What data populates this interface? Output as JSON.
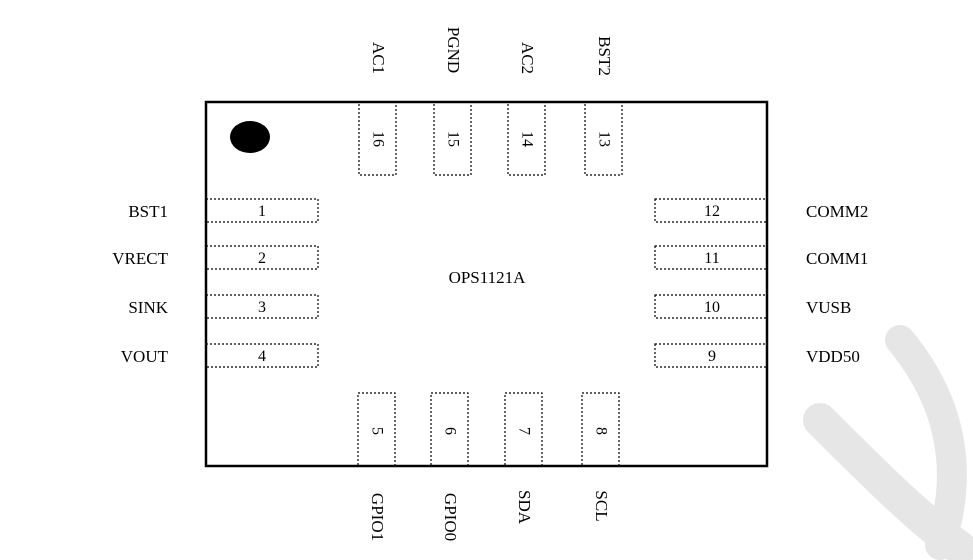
{
  "chip": {
    "name": "OPS1121A"
  },
  "pins": [
    {
      "num": "1",
      "label": "BST1"
    },
    {
      "num": "2",
      "label": "VRECT"
    },
    {
      "num": "3",
      "label": "SINK"
    },
    {
      "num": "4",
      "label": "VOUT"
    },
    {
      "num": "5",
      "label": "GPIO1"
    },
    {
      "num": "6",
      "label": "GPIO0"
    },
    {
      "num": "7",
      "label": "SDA"
    },
    {
      "num": "8",
      "label": "SCL"
    },
    {
      "num": "9",
      "label": "VDD50"
    },
    {
      "num": "10",
      "label": "VUSB"
    },
    {
      "num": "11",
      "label": "COMM1"
    },
    {
      "num": "12",
      "label": "COMM2"
    },
    {
      "num": "13",
      "label": "BST2"
    },
    {
      "num": "14",
      "label": "AC2"
    },
    {
      "num": "15",
      "label": "PGND"
    },
    {
      "num": "16",
      "label": "AC1"
    }
  ],
  "colors": {
    "ink": "#000000",
    "background": "#ffffff",
    "watermark": "#e6e6e6"
  }
}
